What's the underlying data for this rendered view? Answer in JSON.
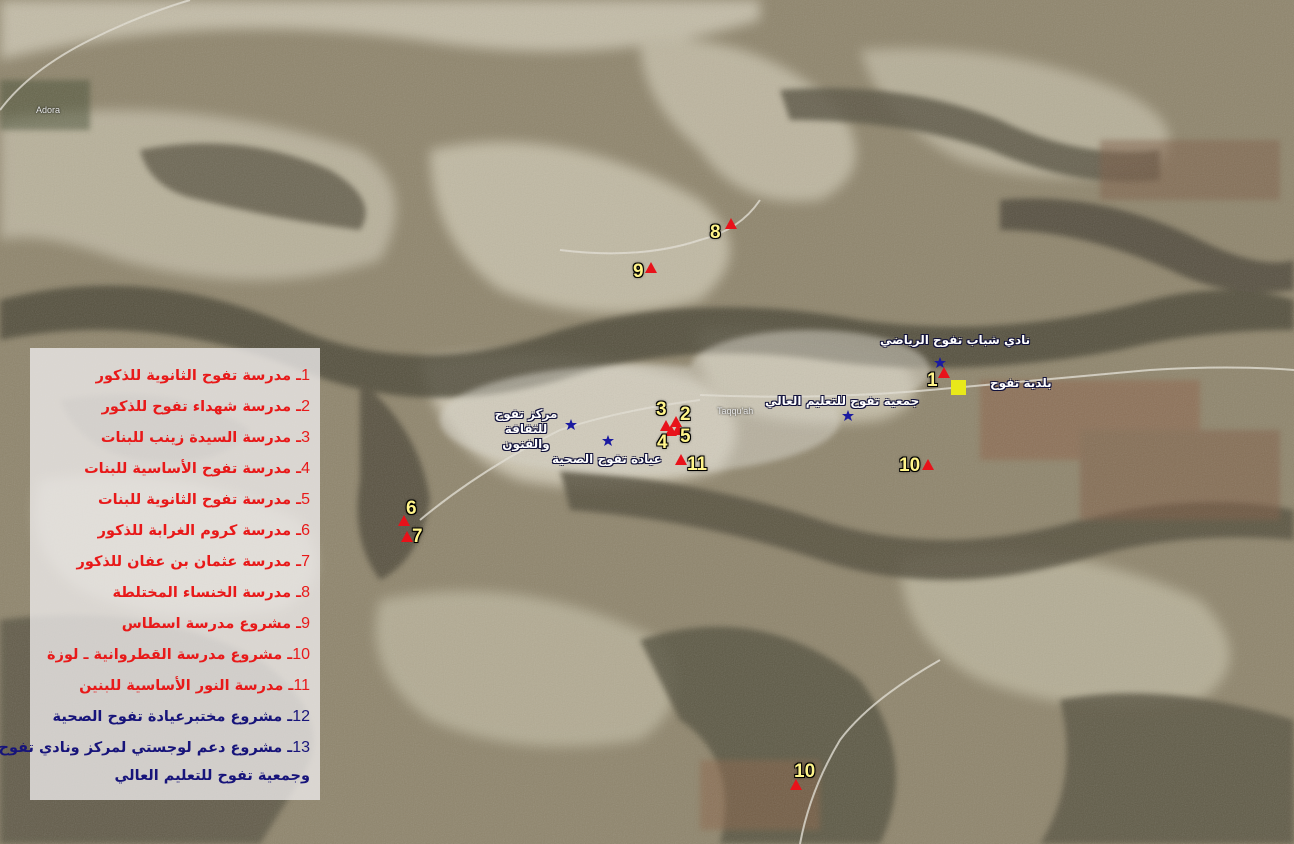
{
  "town_label": "Adora",
  "village_label": "Taqqu'ah",
  "place_labels": {
    "sports_club": "نادي شباب تفوح الرياضي",
    "municipality": "بلدية تفوح",
    "higher_education": "جمعية تفوح للتعليم العالي",
    "culture_center": "مركز تفوح للثقافة والفنون",
    "health_clinic": "عيادة تفوح الصحية"
  },
  "marker_labels": {
    "m1": "1",
    "m2": "2",
    "m3": "3",
    "m4": "4",
    "m5": "5",
    "m6": "6",
    "m7": "7",
    "m8": "8",
    "m9": "9",
    "m10a": "10",
    "m10b": "10",
    "m11": "11"
  },
  "legend": {
    "items": [
      {
        "num": "1",
        "text": "ـ مدرسة تفوح الثانوية للذكور",
        "color": "red"
      },
      {
        "num": "2",
        "text": "ـ مدرسة شهداء تفوح للذكور",
        "color": "red"
      },
      {
        "num": "3",
        "text": "ـ مدرسة السيدة زينب للبنات",
        "color": "red"
      },
      {
        "num": "4",
        "text": "ـ مدرسة تفوح الأساسية  للبنات",
        "color": "red"
      },
      {
        "num": "5",
        "text": "ـ مدرسة تفوح الثانوية للبنات",
        "color": "red"
      },
      {
        "num": "6",
        "text": "ـ مدرسة كروم الغرابة للذكور",
        "color": "red"
      },
      {
        "num": "7",
        "text": "ـ مدرسة عثمان بن عفان للذكور",
        "color": "red"
      },
      {
        "num": "8",
        "text": "ـ مدرسة الخنساء المختلطة",
        "color": "red"
      },
      {
        "num": "9",
        "text": "ـ مشروع مدرسة اسطاس",
        "color": "red"
      },
      {
        "num": "10",
        "text": "ـ مشروع مدرسة القطروانية ـ لوزة",
        "color": "red"
      },
      {
        "num": "11",
        "text": "ـ مدرسة النور الأساسية للبنين",
        "color": "red"
      },
      {
        "num": "12",
        "text": "ـ مشروع مختبرعيادة تفوح الصحية",
        "color": "blue"
      },
      {
        "num": "13",
        "text": "ـ مشروع دعم لوجستي لمركز ونادي تفوح",
        "color": "blue"
      }
    ],
    "continuation": "وجمعية تفوح للتعليم العالي"
  },
  "colors": {
    "school_marker": "#e8121a",
    "facility_marker": "#1a1aa0",
    "municipality_marker": "#e8e81a"
  }
}
